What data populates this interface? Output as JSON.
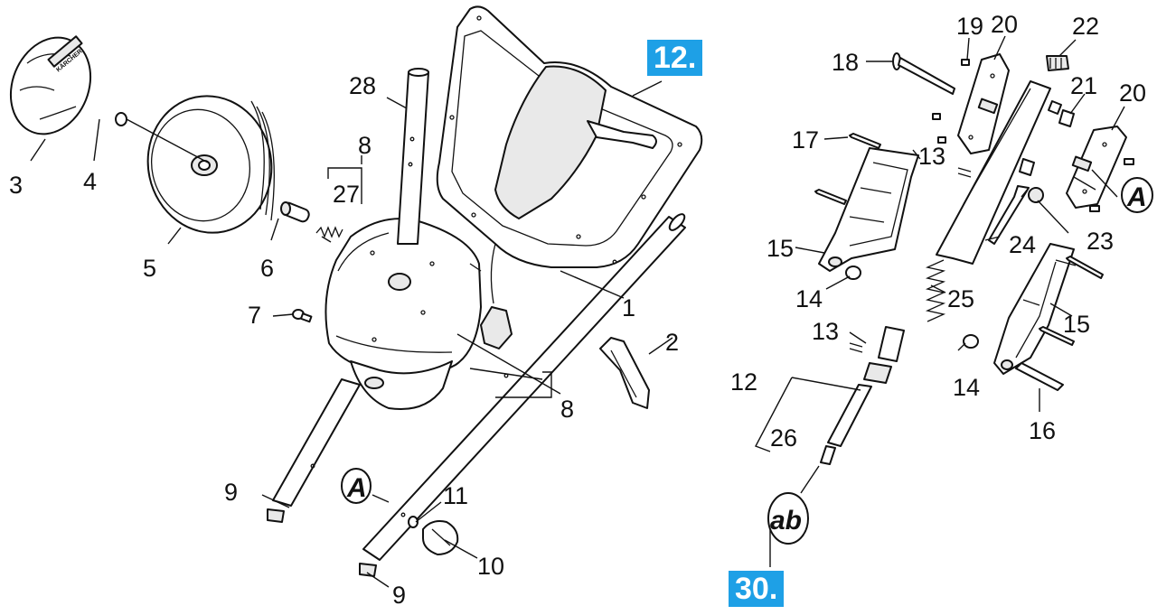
{
  "ref_badges": {
    "handle_ref": "12.",
    "nozzle_ref": "30."
  },
  "view_markers": {
    "a_left": "A",
    "a_right": "A",
    "ab": "ab"
  },
  "brand_text": "KÄRCHER",
  "part_numbers": [
    "1",
    "2",
    "3",
    "4",
    "5",
    "6",
    "7",
    "8",
    "8",
    "9",
    "9",
    "10",
    "11",
    "12",
    "13",
    "13",
    "14",
    "14",
    "15",
    "15",
    "16",
    "17",
    "18",
    "19",
    "20",
    "20",
    "21",
    "22",
    "23",
    "24",
    "25",
    "26",
    "27",
    "28"
  ],
  "colors": {
    "badge": "#1ea0e6",
    "line": "#111111"
  }
}
